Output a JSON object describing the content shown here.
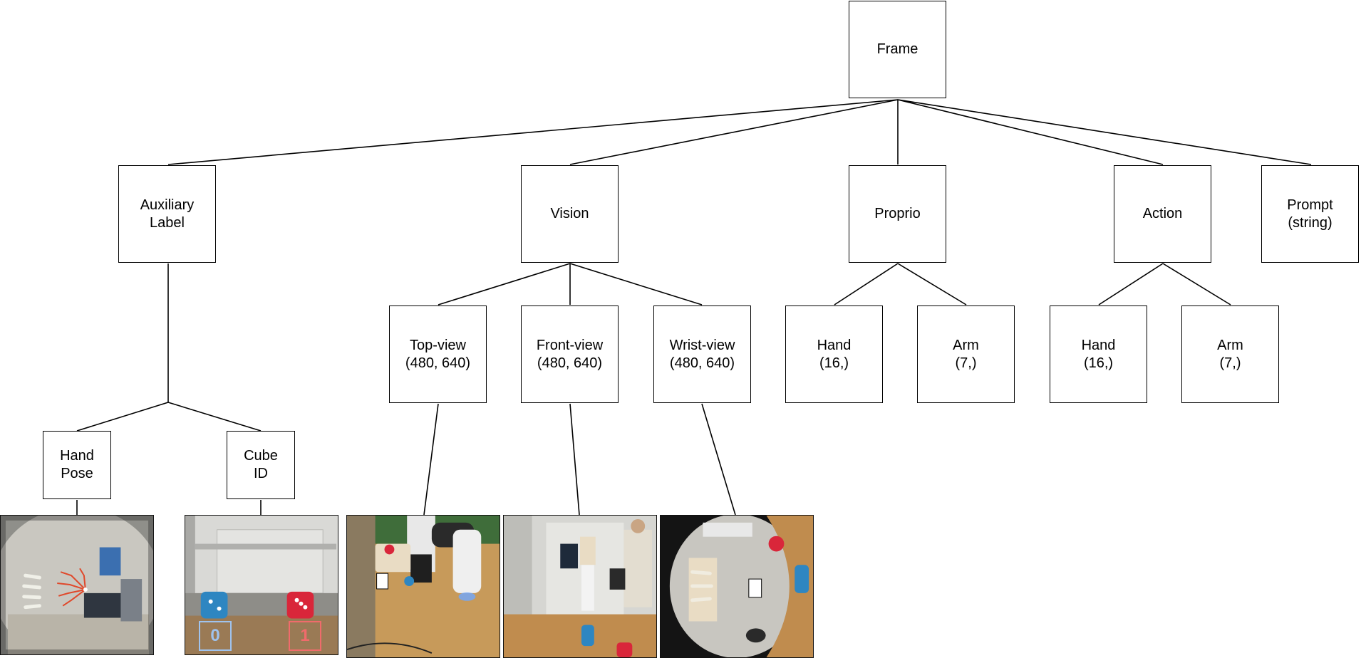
{
  "nodes": {
    "frame": "Frame",
    "auxiliary_label": "Auxiliary\nLabel",
    "vision": "Vision",
    "proprio": "Proprio",
    "action": "Action",
    "prompt": "Prompt\n(string)",
    "hand_pose": "Hand\nPose",
    "cube_id": "Cube\nID",
    "top_view": "Top-view\n(480, 640)",
    "front_view": "Front-view\n(480, 640)",
    "wrist_view": "Wrist-view\n(480, 640)",
    "proprio_hand": "Hand\n(16,)",
    "proprio_arm": "Arm\n(7,)",
    "action_hand": "Hand\n(16,)",
    "action_arm": "Arm\n(7,)"
  },
  "cube_labels": {
    "blue": "0",
    "red": "1"
  },
  "colors": {
    "line": "#000000",
    "cube_blue": "#2e86c1",
    "cube_red": "#d9263a",
    "label_blue": "#9fc3ee",
    "label_red": "#f06b6b",
    "table_wood": "#c79a5a"
  },
  "images": [
    "hand-pose-photo",
    "cube-id-photo",
    "top-view-photo",
    "front-view-photo",
    "wrist-view-photo"
  ]
}
